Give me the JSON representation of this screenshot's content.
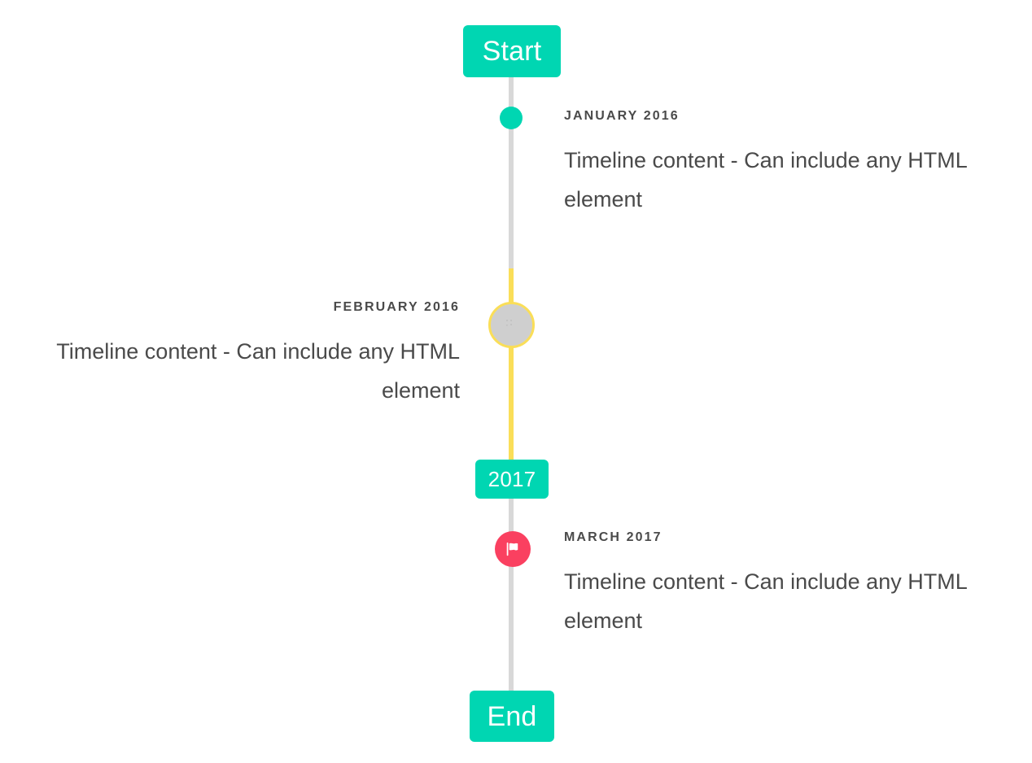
{
  "theme": {
    "background": "#ffffff",
    "accent_teal": "#00d6b2",
    "accent_yellow": "#fade58",
    "accent_pink": "#fa4060",
    "line_gray": "#d8d8d8",
    "marker_gray": "#cfcfcf",
    "text_gray": "#4a4a4a"
  },
  "timeline": {
    "start_label": "Start",
    "middle_label": "2017",
    "end_label": "End",
    "entries": [
      {
        "date": "JANUARY 2016",
        "body": "Timeline content - Can include any HTML element",
        "side": "right",
        "marker": "dot-marker-icon"
      },
      {
        "date": "FEBRUARY 2016",
        "body": "Timeline content - Can include any HTML element",
        "side": "left",
        "marker": "broken-image-icon"
      },
      {
        "date": "MARCH 2017",
        "body": "Timeline content - Can include any HTML element",
        "side": "right",
        "marker": "flag-icon"
      }
    ]
  }
}
